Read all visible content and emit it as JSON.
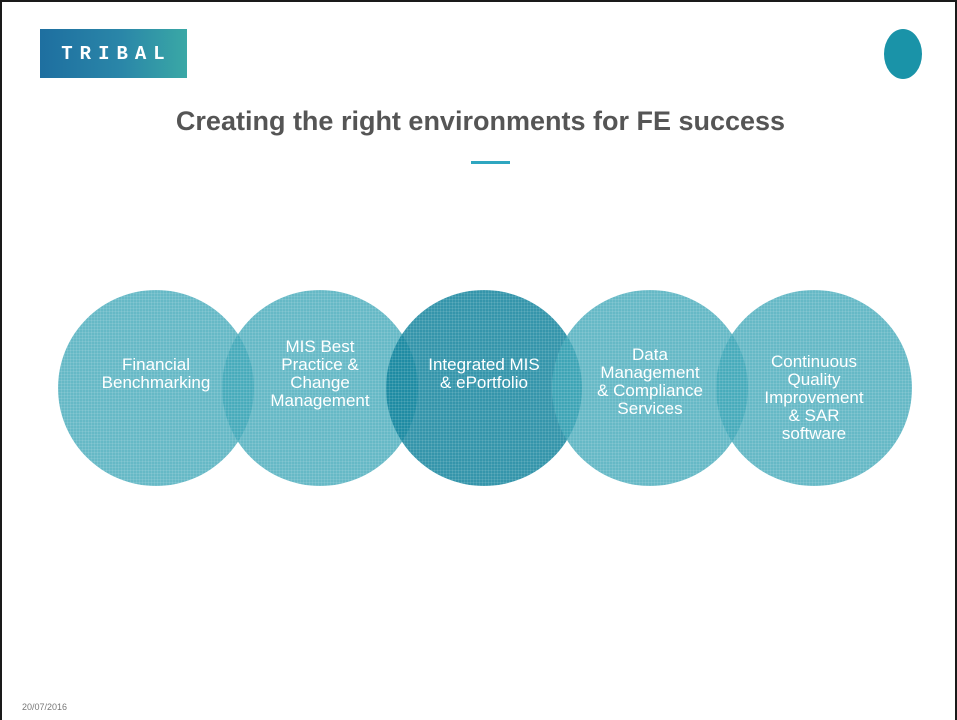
{
  "logo": {
    "text": "TRIBAL"
  },
  "title": "Creating the right environments for FE success",
  "circles": [
    {
      "label": "Financial\nBenchmarking"
    },
    {
      "label": "MIS Best\nPractice &\nChange\nManagement"
    },
    {
      "label": "Integrated MIS\n& ePortfolio"
    },
    {
      "label": "Data\nManagement\n& Compliance\nServices"
    },
    {
      "label": "Continuous\nQuality\nImprovement\n& SAR\nsoftware"
    }
  ],
  "footer": {
    "date": "20/07/2016"
  },
  "colors": {
    "accent": "#2ea6c0",
    "circle_fill": "#40a8b8",
    "circle_fill_dark": "#12829c",
    "logo_start": "#1e6fa0",
    "logo_end": "#3aa8a6",
    "title_text": "#555555"
  }
}
